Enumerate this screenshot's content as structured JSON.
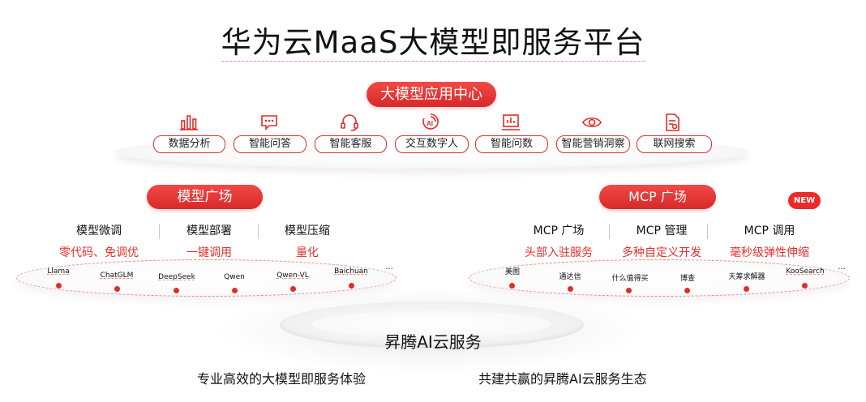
{
  "title": "华为云MaaS大模型即服务平台",
  "app_center": {
    "label": "大模型应用中心",
    "items": [
      {
        "label": "数据分析",
        "icon": "bar-chart-icon"
      },
      {
        "label": "智能问答",
        "icon": "chat-bubble-icon"
      },
      {
        "label": "智能客服",
        "icon": "headset-icon"
      },
      {
        "label": "交互数字人",
        "icon": "ai-avatar-icon"
      },
      {
        "label": "智能问数",
        "icon": "chart-question-icon"
      },
      {
        "label": "智能营销洞察",
        "icon": "eye-icon"
      },
      {
        "label": "联网搜索",
        "icon": "document-search-icon"
      }
    ]
  },
  "model_square": {
    "label": "模型广场",
    "categories": [
      {
        "title": "模型微调",
        "subtitle": "零代码、免调优"
      },
      {
        "title": "模型部署",
        "subtitle": "一键调用"
      },
      {
        "title": "模型压缩",
        "subtitle": "量化"
      }
    ],
    "models": [
      "Llama",
      "ChatGLM",
      "DeepSeek",
      "Qwen",
      "Qwen-VL",
      "Baichuan"
    ],
    "more": "···"
  },
  "mcp_square": {
    "label": "MCP 广场",
    "badge": "NEW",
    "categories": [
      {
        "title": "MCP 广场",
        "subtitle": "头部入驻服务"
      },
      {
        "title": "MCP 管理",
        "subtitle": "多种自定义开发"
      },
      {
        "title": "MCP 调用",
        "subtitle": "毫秒级弹性伸缩"
      }
    ],
    "services": [
      "美图",
      "通达信",
      "什么值得买",
      "博查",
      "天筹求解器",
      "KooSearch"
    ],
    "more": "···"
  },
  "base": {
    "title": "昇腾AI云服务",
    "left_text": "专业高效的大模型即服务体验",
    "right_text": "共建共赢的昇腾AI云服务生态"
  },
  "colors": {
    "accent": "#e32b29",
    "text": "#111111"
  }
}
